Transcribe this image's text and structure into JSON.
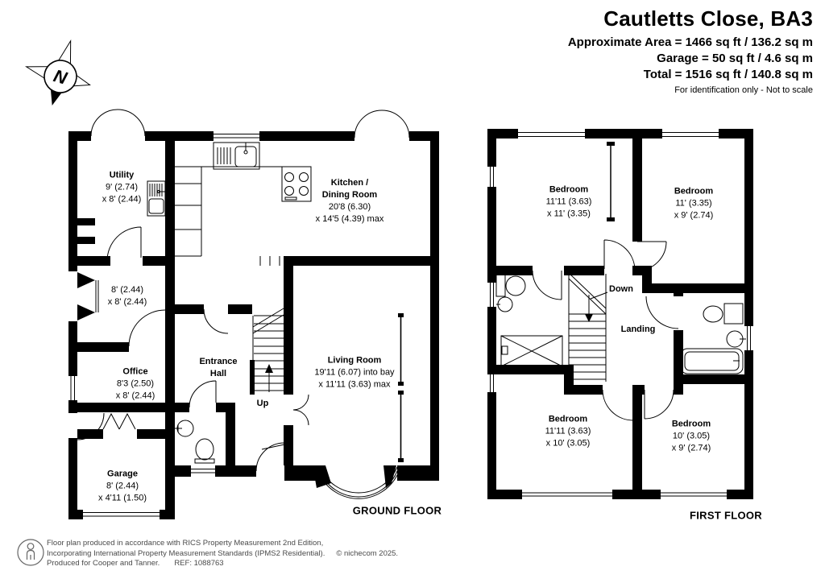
{
  "header": {
    "title": "Cautletts Close, BA3",
    "area_line1": "Approximate Area = 1466 sq ft / 136.2 sq m",
    "area_line2": "Garage = 50 sq ft / 4.6 sq m",
    "area_line3": "Total = 1516 sq ft / 140.8 sq m",
    "note": "For identification only - Not to scale"
  },
  "compass": {
    "north": "N"
  },
  "ground_floor": {
    "floor_label": "GROUND FLOOR",
    "up_label": "Up",
    "utility": {
      "name": "Utility",
      "dim1": "9' (2.74)",
      "dim2": "x 8' (2.44)"
    },
    "kitchen": {
      "name1": "Kitchen /",
      "name2": "Dining Room",
      "dim1": "20'8 (6.30)",
      "dim2": "x 14'5 (4.39) max"
    },
    "room_8x8": {
      "dim1": "8' (2.44)",
      "dim2": "x 8' (2.44)"
    },
    "office": {
      "name": "Office",
      "dim1": "8'3 (2.50)",
      "dim2": "x 8' (2.44)"
    },
    "entrance_hall": {
      "name1": "Entrance",
      "name2": "Hall"
    },
    "living_room": {
      "name": "Living Room",
      "dim1": "19'11 (6.07) into bay",
      "dim2": "x 11'11 (3.63) max"
    },
    "garage": {
      "name": "Garage",
      "dim1": "8' (2.44)",
      "dim2": "x 4'11 (1.50)"
    }
  },
  "first_floor": {
    "floor_label": "FIRST FLOOR",
    "down_label": "Down",
    "landing_label": "Landing",
    "bedroom_top_left": {
      "name": "Bedroom",
      "dim1": "11'11 (3.63)",
      "dim2": "x 11' (3.35)"
    },
    "bedroom_top_right": {
      "name": "Bedroom",
      "dim1": "11' (3.35)",
      "dim2": "x 9' (2.74)"
    },
    "bedroom_bottom_left": {
      "name": "Bedroom",
      "dim1": "11'11 (3.63)",
      "dim2": "x 10' (3.05)"
    },
    "bedroom_bottom_right": {
      "name": "Bedroom",
      "dim1": "10' (3.05)",
      "dim2": "x 9' (2.74)"
    }
  },
  "footer": {
    "line1": "Floor plan produced in accordance with RICS Property Measurement 2nd Edition,",
    "line2": "Incorporating International Property Measurement Standards (IPMS2 Residential).",
    "copyright": "© nichecom 2025.",
    "line3": "Produced for Cooper and Tanner.",
    "ref": "REF: 1088763"
  },
  "colors": {
    "wall": "#000000",
    "footer_text": "#4a4a4a"
  }
}
